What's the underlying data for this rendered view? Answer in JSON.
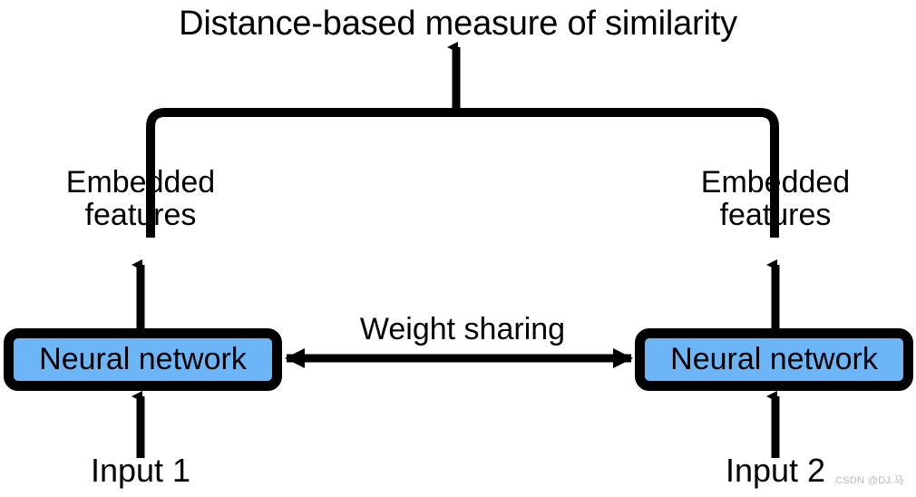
{
  "diagram": {
    "title": "Distance-based measure of similarity",
    "background_color": "#ffffff",
    "line_color": "#000000",
    "box_fill_color": "#6cb5f7",
    "nodes": {
      "left_network_label": "Neural network",
      "right_network_label": "Neural network",
      "left_embedding_label": "Embedded\nfeatures",
      "left_embedding_line1": "Embedded",
      "left_embedding_line2": "features",
      "right_embedding_line1": "Embedded",
      "right_embedding_line2": "features",
      "left_input_label": "Input 1",
      "right_input_label": "Input 2"
    },
    "edges": {
      "weight_sharing_label": "Weight sharing"
    },
    "watermark": "CSDN @DJ.马"
  }
}
